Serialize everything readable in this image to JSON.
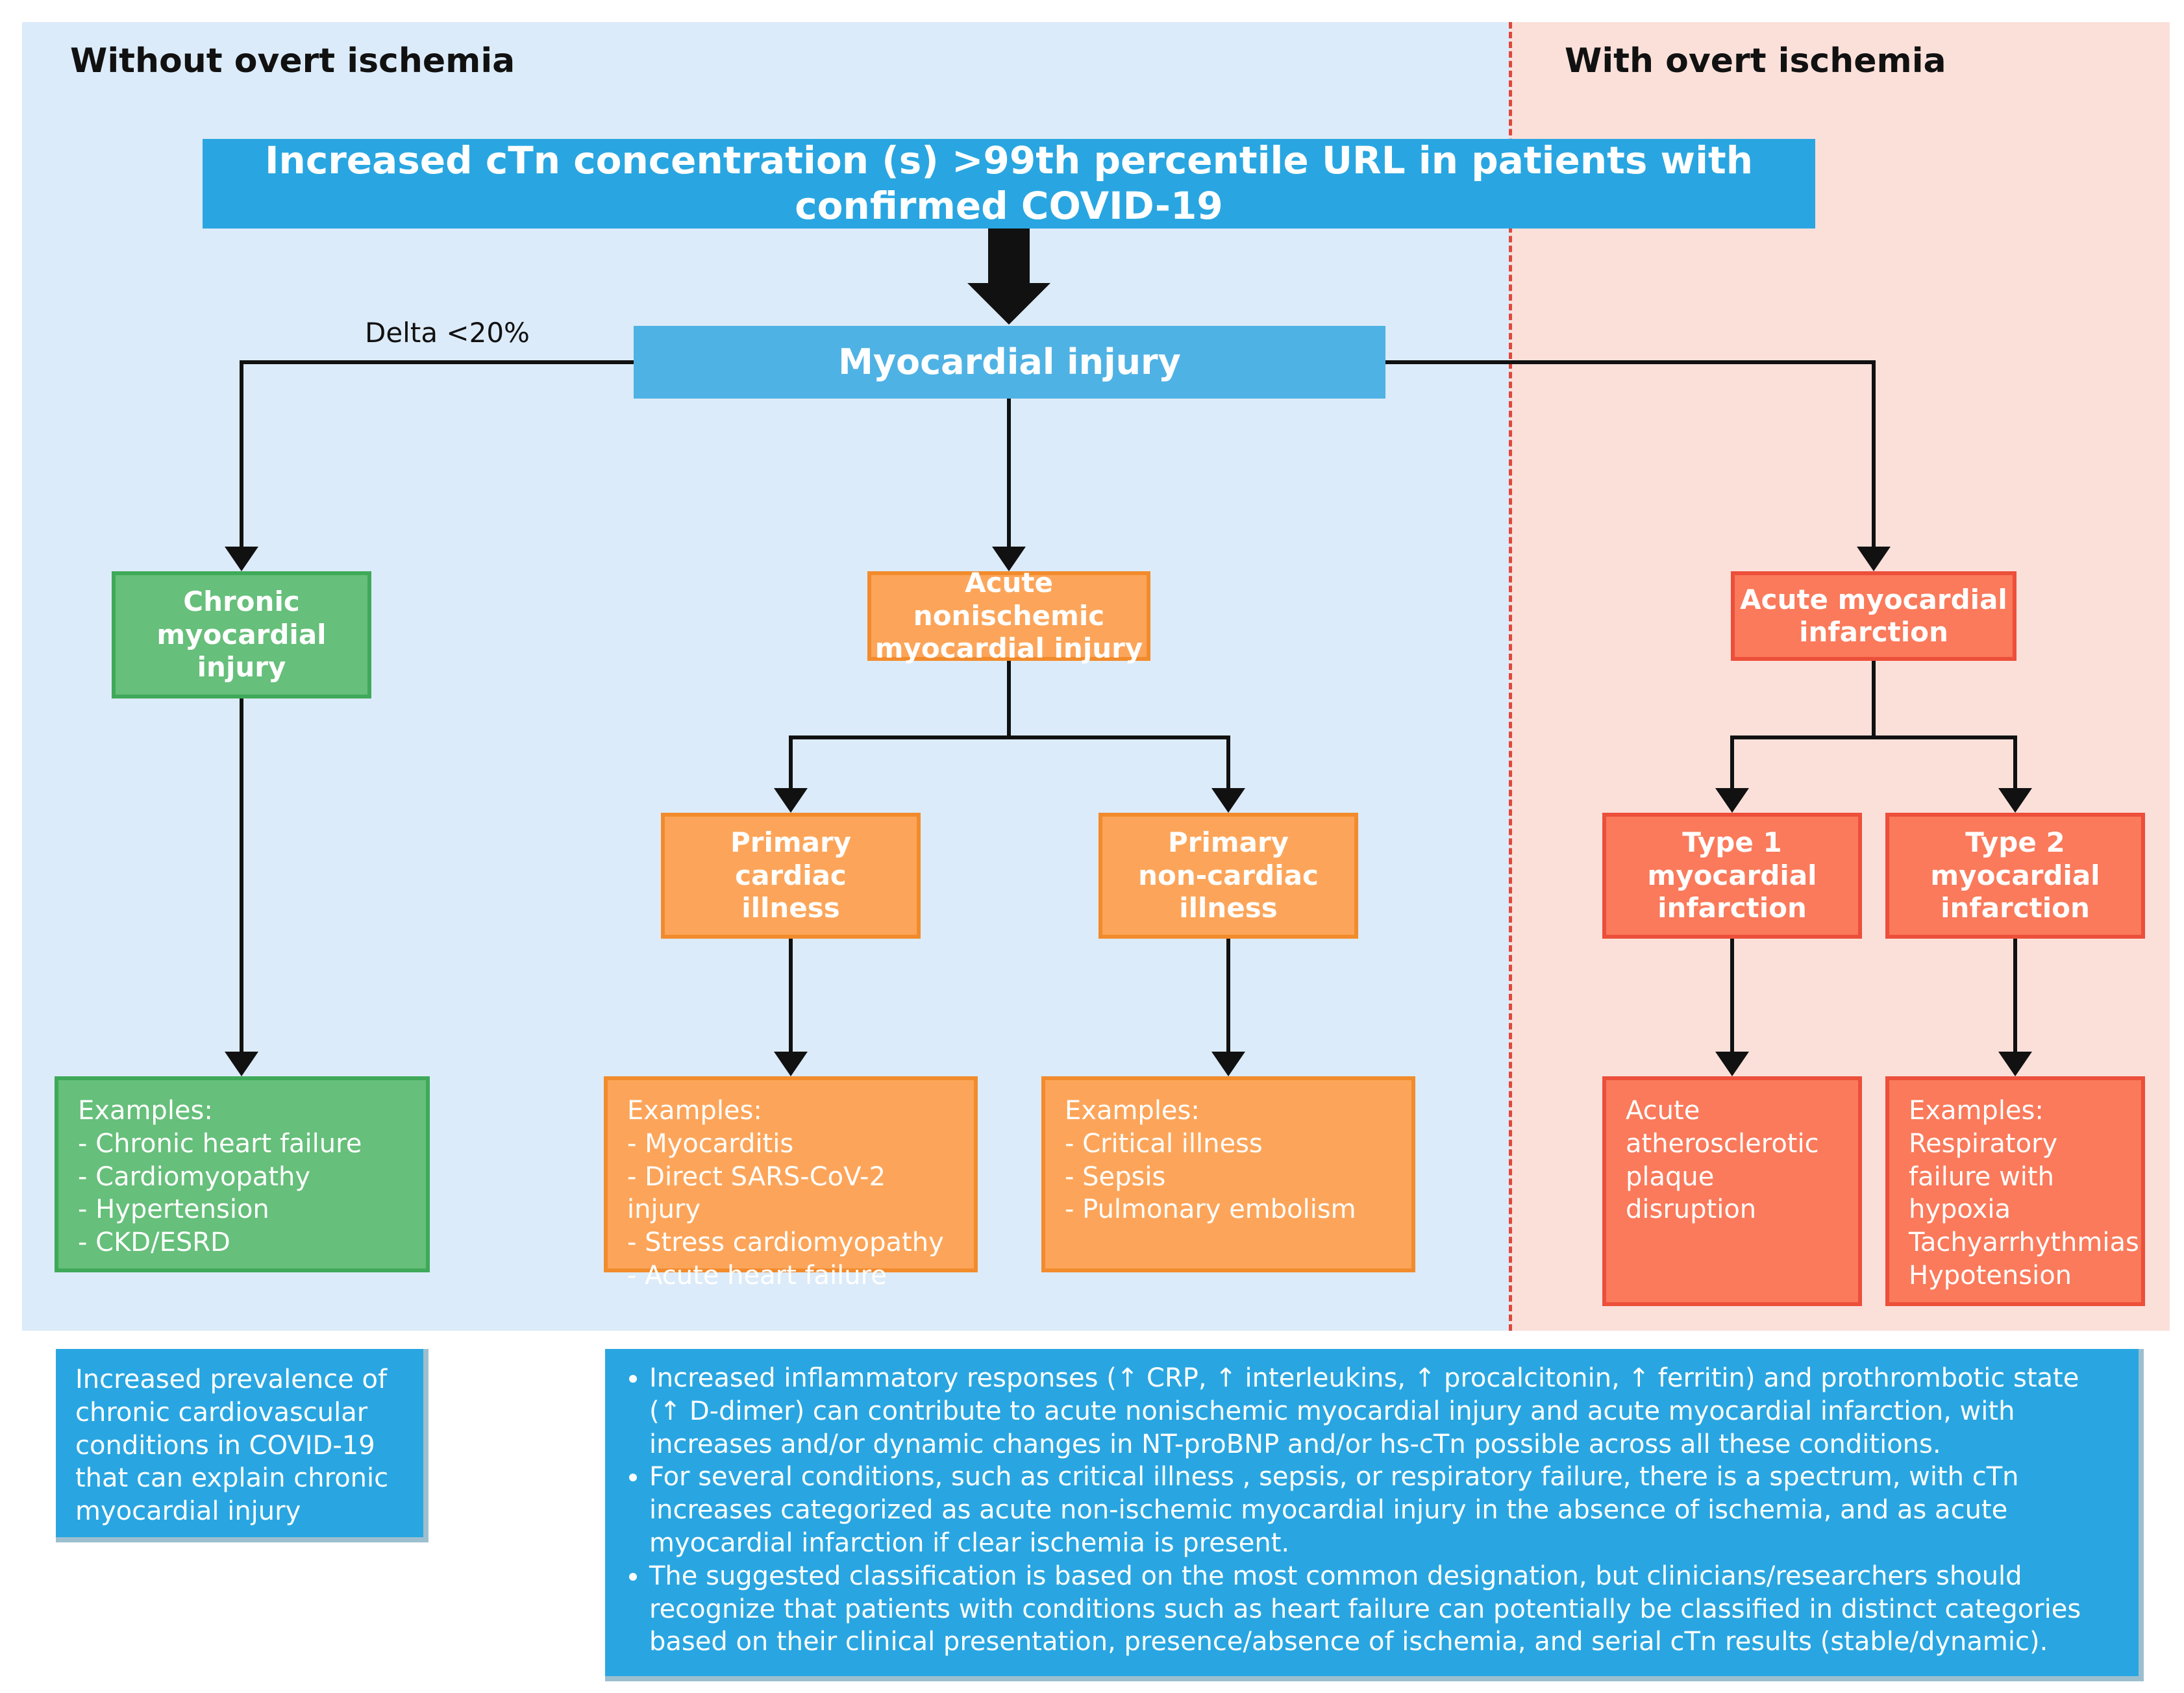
{
  "headings": {
    "left": "Without overt ischemia",
    "right": "With overt ischemia"
  },
  "top_box": "Increased cTn concentration (s) >99th percentile URL in patients with confirmed COVID-19",
  "center_box": "Myocardial injury",
  "delta_label": "Delta <20%",
  "nodes": {
    "chronic": "Chronic\nmyocardial\ninjury",
    "acute_nonischemic": "Acute nonischemic\nmyocardial injury",
    "acute_mi": "Acute myocardial\ninfarction",
    "primary_cardiac": "Primary\ncardiac\nillness",
    "primary_noncardiac": "Primary\nnon-cardiac\nillness",
    "type1": "Type 1\nmyocardial\ninfarction",
    "type2": "Type 2\nmyocardial\ninfarction"
  },
  "examples": {
    "chronic": "Examples:\n- Chronic heart failure\n- Cardiomyopathy\n- Hypertension\n- CKD/ESRD",
    "cardiac": "Examples:\n- Myocarditis\n- Direct SARS-CoV-2 injury\n- Stress cardiomyopathy\n- Acute heart failure",
    "noncardiac": "Examples:\n- Critical illness\n- Sepsis\n- Pulmonary embolism",
    "type1": "Acute\natherosclerotic\nplaque\ndisruption",
    "type2": "Examples:\nRespiratory\nfailure with\nhypoxia\nTachyarrhythmias\nHypotension"
  },
  "notes": {
    "left": "Increased prevalence of\nchronic cardiovascular\nconditions in COVID-19\nthat can explain chronic\nmyocardial injury",
    "bullets": [
      "Increased inflammatory responses (↑ CRP, ↑ interleukins, ↑ procalcitonin, ↑ ferritin) and prothrombotic state (↑ D-dimer) can contribute to acute nonischemic myocardial injury and acute myocardial infarction, with increases and/or dynamic changes in NT-proBNP and/or hs-cTn possible across all these conditions.",
      "For several conditions, such as critical illness , sepsis, or respiratory failure, there is a spectrum, with cTn increases categorized as acute non-ischemic myocardial injury in the absence of ischemia, and as acute myocardial infarction if clear ischemia is present.",
      "The suggested classification is based on the most common designation, but clinicians/researchers should recognize that patients with conditions such as heart failure can potentially be classified in distinct categories based on their clinical presentation, presence/absence of ischemia, and serial cTn results (stable/dynamic)."
    ]
  },
  "colors": {
    "left_panel": "#dcebf9",
    "right_panel": "#fbe0da",
    "divider": "#e0483c",
    "blue": "#29a6e1",
    "green": "#66bf7a",
    "orange": "#fca55a",
    "red": "#fa7a5b"
  }
}
